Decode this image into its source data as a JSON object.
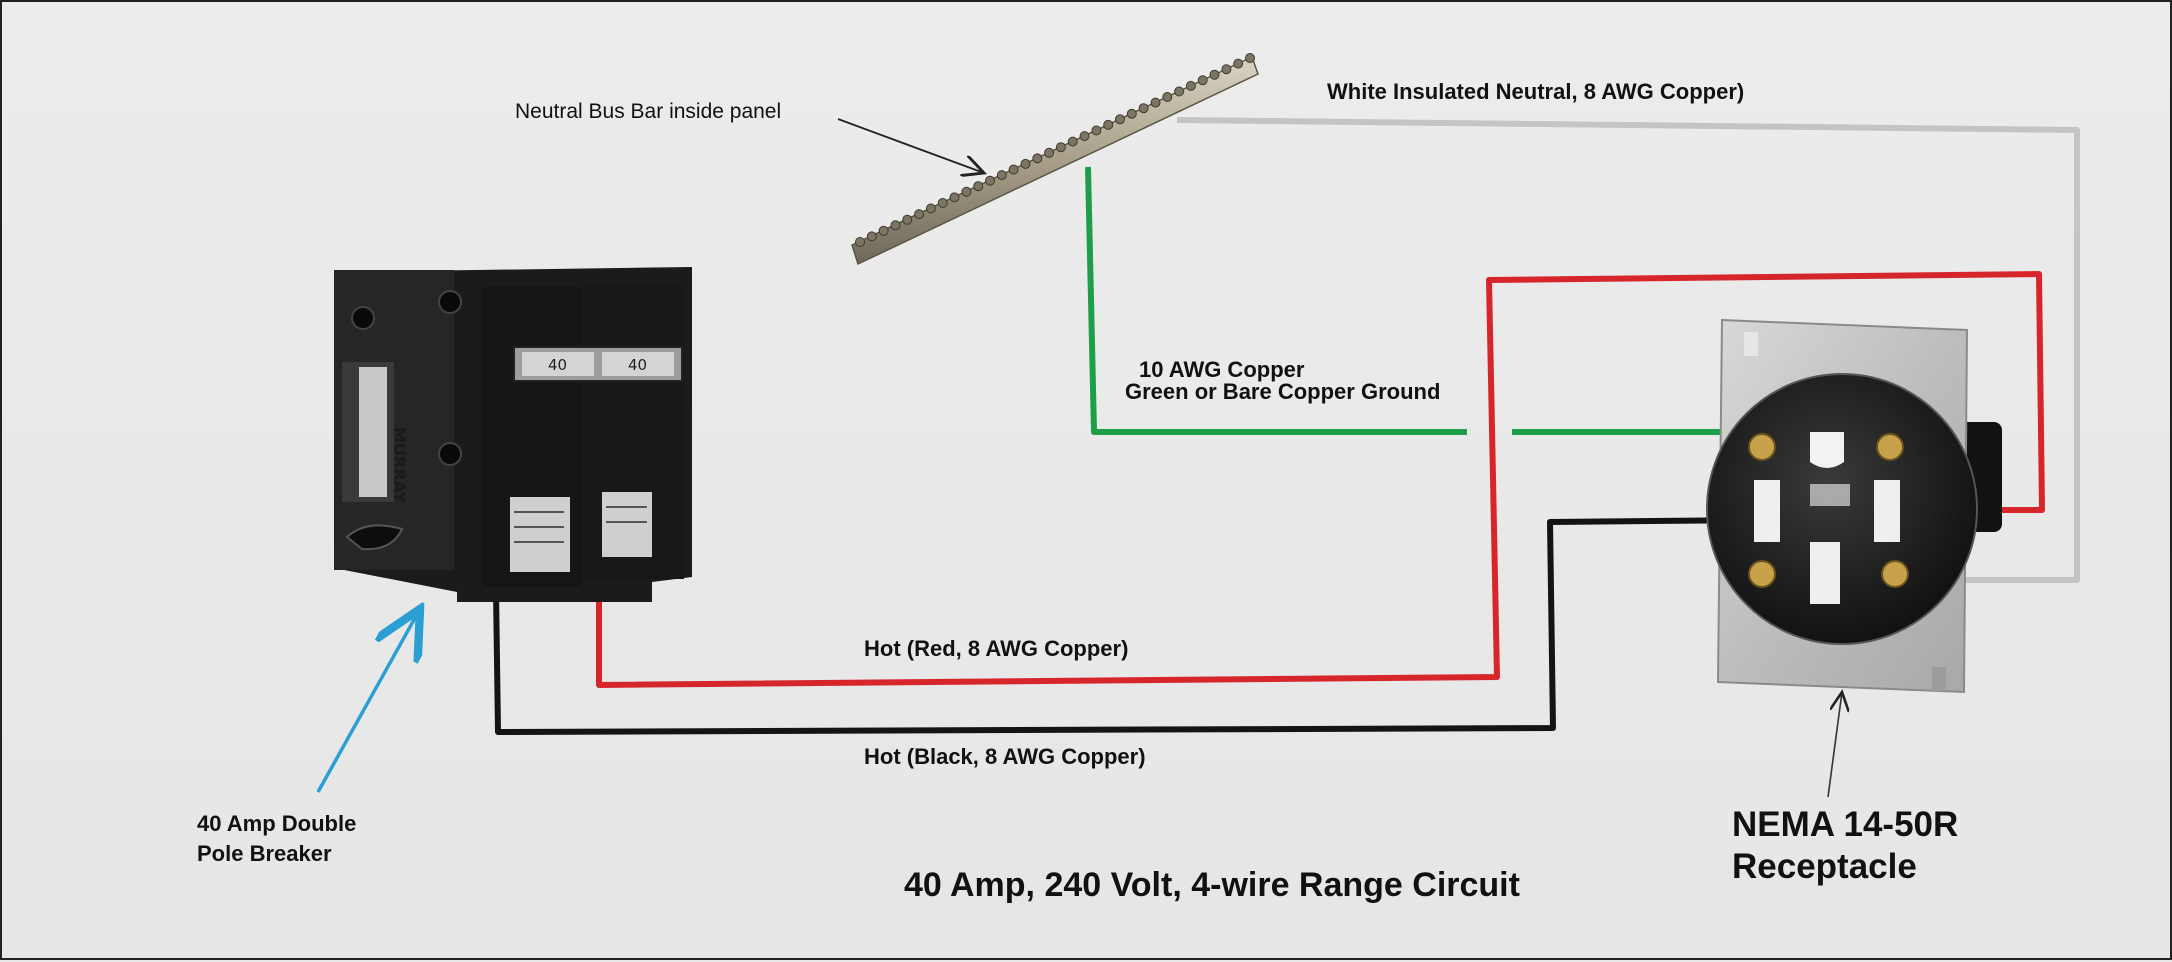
{
  "labels": {
    "bus_bar": "Neutral Bus Bar inside panel",
    "neutral_wire": "White Insulated Neutral, 8 AWG Copper)",
    "ground_line1": "10 AWG Copper",
    "ground_line2": "Green or Bare Copper Ground",
    "hot_red": "Hot (Red, 8 AWG Copper)",
    "hot_black": "Hot (Black, 8 AWG Copper)",
    "breaker_line1": "40 Amp Double",
    "breaker_line2": "Pole Breaker",
    "receptacle_line1": "NEMA 14-50R",
    "receptacle_line2": "Receptacle",
    "title": "40 Amp, 240 Volt, 4-wire Range Circuit"
  },
  "breaker": {
    "handle_left": "40",
    "handle_right": "40",
    "brand": "MURRAY"
  },
  "wire_colors": {
    "red": "#d7262b",
    "black": "#141414",
    "green": "#1f9e4a",
    "neutral": "#c4c4c4",
    "pointer_blue": "#2b9fd3"
  }
}
